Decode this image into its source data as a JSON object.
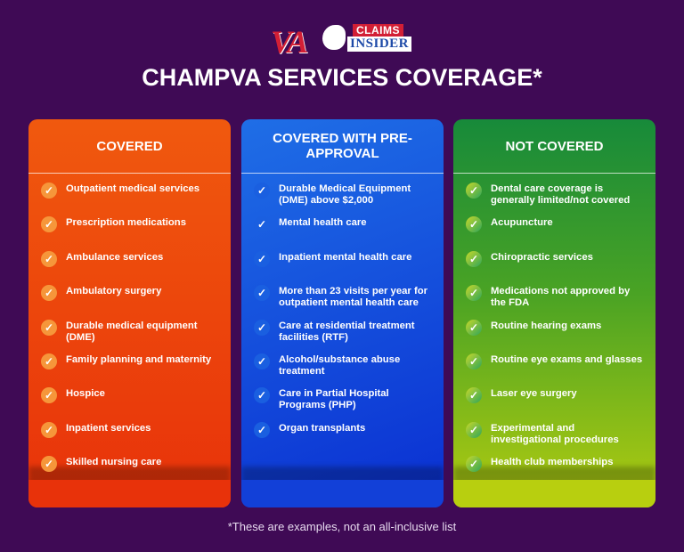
{
  "brand": {
    "logo_va": "VA",
    "logo_claims": "CLAIMS",
    "logo_insider": "INSIDER"
  },
  "title": "CHAMPVA SERVICES COVERAGE*",
  "columns": [
    {
      "heading": "COVERED",
      "color": "#e8320a",
      "items": [
        "Outpatient medical services",
        "Prescription medications",
        "Ambulance services",
        "Ambulatory surgery",
        "Durable medical equipment (DME)",
        "Family planning and maternity",
        "Hospice",
        "Inpatient services",
        "Skilled nursing care"
      ]
    },
    {
      "heading": "COVERED WITH PRE-APPROVAL",
      "color": "#0a2fd2",
      "items": [
        "Durable Medical Equipment (DME) above $2,000",
        "Mental health care",
        "Inpatient mental health care",
        "More than 23 visits per year for outpatient mental health care",
        "Care at residential treatment facilities (RTF)",
        "Alcohol/substance abuse treatment",
        "Care in Partial Hospital Programs (PHP)",
        "Organ transplants"
      ]
    },
    {
      "heading": "NOT COVERED",
      "color": "#178a3a",
      "items": [
        "Dental care coverage is generally limited/not covered",
        "Acupuncture",
        "Chiropractic services",
        "Medications not approved by the FDA",
        "Routine hearing exams",
        "Routine eye exams and glasses",
        "Laser eye surgery",
        "Experimental and investigational procedures",
        "Health club memberships"
      ]
    }
  ],
  "check_icon": "✓",
  "footnote": "*These are examples, not an all-inclusive list"
}
